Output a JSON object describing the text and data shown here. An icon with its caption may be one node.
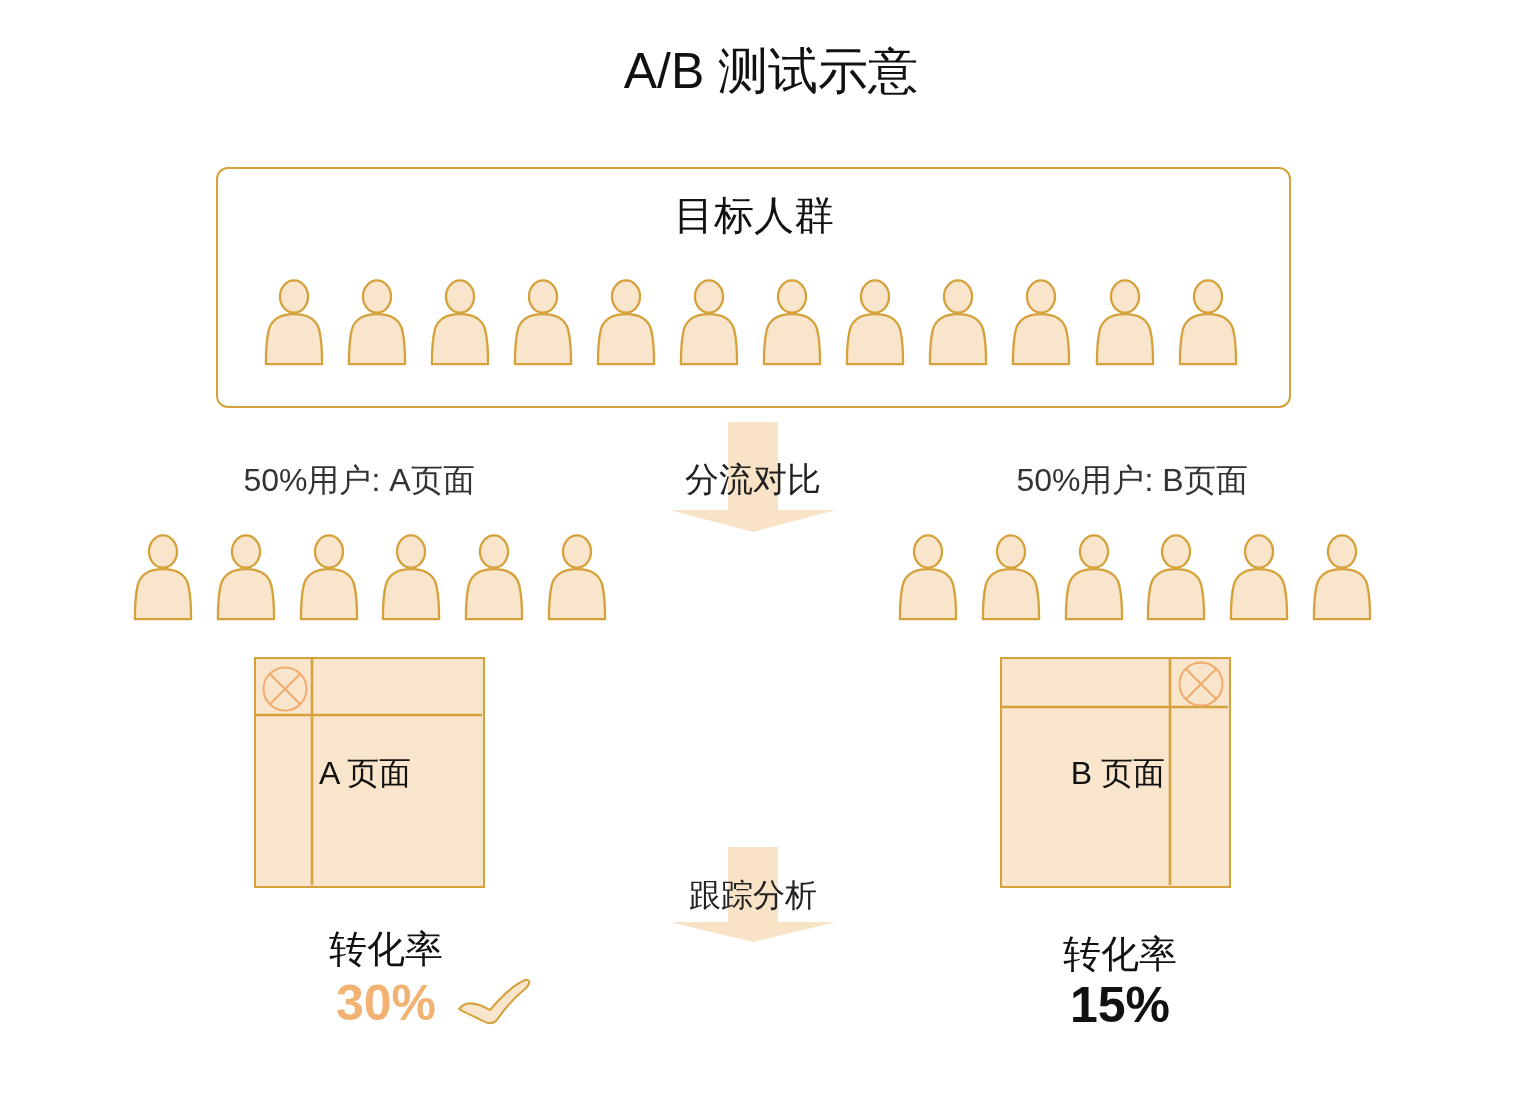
{
  "diagram": {
    "title": "A/B 测试示意",
    "nodes": [
      {
        "text": [
          "目标人群"
        ]
      },
      {
        "text": [],
        "shape": "person",
        "in": 0
      },
      {
        "text": [],
        "shape": "person",
        "in": 0
      },
      {
        "text": [],
        "shape": "person",
        "in": 0
      },
      {
        "text": [],
        "shape": "person",
        "in": 0
      },
      {
        "text": [],
        "shape": "person",
        "in": 0
      },
      {
        "text": [],
        "shape": "person",
        "in": 0
      },
      {
        "text": [],
        "shape": "person",
        "in": 0
      },
      {
        "text": [],
        "shape": "person",
        "in": 0
      },
      {
        "text": [],
        "shape": "person",
        "in": 0
      },
      {
        "text": [],
        "shape": "person",
        "in": 0
      },
      {
        "text": [],
        "shape": "person",
        "in": 0
      },
      {
        "text": [],
        "shape": "person",
        "in": 0
      },
      {
        "text": [],
        "shape": "person"
      },
      {
        "text": [],
        "shape": "person"
      },
      {
        "text": [],
        "shape": "person"
      },
      {
        "text": [],
        "shape": "person"
      },
      {
        "text": [],
        "shape": "person"
      },
      {
        "text": [],
        "shape": "person"
      },
      {
        "text": [],
        "shape": "person"
      },
      {
        "text": [],
        "shape": "person"
      },
      {
        "text": [],
        "shape": "person"
      },
      {
        "text": [],
        "shape": "person"
      },
      {
        "text": [],
        "shape": "person"
      },
      {
        "text": [],
        "shape": "person"
      },
      {
        "text": [
          "A 页面"
        ]
      },
      {
        "text": [
          "B 页面"
        ]
      }
    ],
    "labels": [
      "50%用户: A页面",
      "分流对比",
      "50%用户: B页面",
      "跟踪分析",
      "转化率",
      "30%",
      "转化率",
      "15%"
    ]
  }
}
